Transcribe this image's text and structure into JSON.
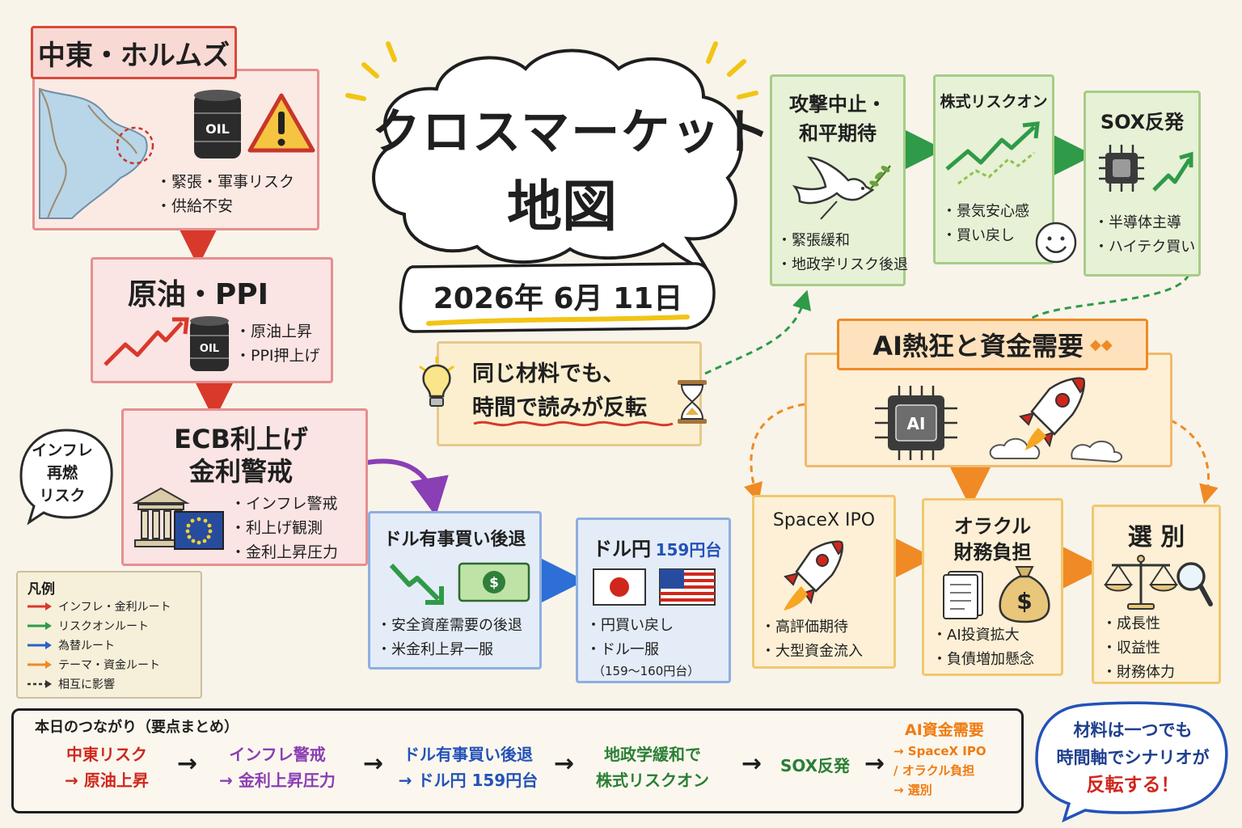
{
  "main_title": {
    "line1": "クロスマーケット",
    "line2": "地図"
  },
  "date": "2026年 6月 11日",
  "insight": {
    "line1": "同じ材料でも、",
    "line2": "時間で読みが反転"
  },
  "mideast": {
    "title": "中東・ホルムズ",
    "bullets": [
      "緊張・軍事リスク",
      "供給不安"
    ],
    "barrel_label": "OIL"
  },
  "oil": {
    "title": "原油・PPI",
    "bullets": [
      "原油上昇",
      "PPI押上げ"
    ],
    "barrel_label": "OIL"
  },
  "ecb": {
    "title_line1": "ECB利上げ",
    "title_line2": "金利警戒",
    "bullets": [
      "インフレ警戒",
      "利上げ観測",
      "金利上昇圧力"
    ]
  },
  "inflation_bubble": {
    "lines": [
      "インフレ",
      "再燃",
      "リスク"
    ]
  },
  "dollar_retreat": {
    "title": "ドル有事買い後退",
    "bullets": [
      "安全資産需要の後退",
      "米金利上昇一服"
    ]
  },
  "usdjpy": {
    "title_main": "ドル円",
    "title_value": "159円台",
    "bullets": [
      "円買い戻し",
      "ドル一服"
    ],
    "note": "（159〜160円台）"
  },
  "peace": {
    "title_line1": "攻撃中止・",
    "title_line2": "和平期待",
    "bullets": [
      "緊張緩和",
      "地政学リスク後退"
    ]
  },
  "stocks": {
    "title": "株式リスクオン",
    "bullets": [
      "景気安心感",
      "買い戻し"
    ]
  },
  "sox": {
    "title": "SOX反発",
    "bullets": [
      "半導体主導",
      "ハイテク買い"
    ]
  },
  "ai": {
    "title": "AI熱狂と資金需要",
    "chip_label": "AI"
  },
  "spacex": {
    "title": "SpaceX IPO",
    "bullets": [
      "高評価期待",
      "大型資金流入"
    ]
  },
  "oracle": {
    "title_line1": "オラクル",
    "title_line2": "財務負担",
    "bullets": [
      "AI投資拡大",
      "負債増加懸念"
    ]
  },
  "selection": {
    "title": "選 別",
    "bullets": [
      "成長性",
      "収益性",
      "財務体力"
    ]
  },
  "legend": {
    "title": "凡例",
    "items": [
      {
        "label": "インフレ・金利ルート",
        "color": "#d8392b"
      },
      {
        "label": "リスクオンルート",
        "color": "#2f9a48"
      },
      {
        "label": "為替ルート",
        "color": "#2d5fc9"
      },
      {
        "label": "テーマ・資金ルート",
        "color": "#f08a24"
      },
      {
        "label": "相互に影響",
        "color": "#333333"
      }
    ]
  },
  "summary": {
    "title": "本日のつながり（要点まとめ）",
    "steps": [
      {
        "line1": "中東リスク",
        "line2": "→ 原油上昇",
        "color": "#d0271d"
      },
      {
        "line1": "インフレ警戒",
        "line2": "→ 金利上昇圧力",
        "color": "#8a3fb4"
      },
      {
        "line1": "ドル有事買い後退",
        "line2": "→ ドル円 159円台",
        "color": "#2352b8"
      },
      {
        "line1": "地政学緩和で",
        "line2": "株式リスクオン",
        "color": "#2a7f35"
      },
      {
        "line1": "SOX反発",
        "line2": "",
        "color": "#2a7f35"
      },
      {
        "line1": "AI資金需要",
        "line2": "→ SpaceX IPO",
        "line3": "/ オラクル負担",
        "line4": "→ 選別",
        "color": "#ef7b12"
      }
    ],
    "arrow": "→"
  },
  "conclusion": {
    "line1": "材料は一つでも",
    "line2": "時間軸でシナリオが",
    "line3": "反転する！"
  }
}
